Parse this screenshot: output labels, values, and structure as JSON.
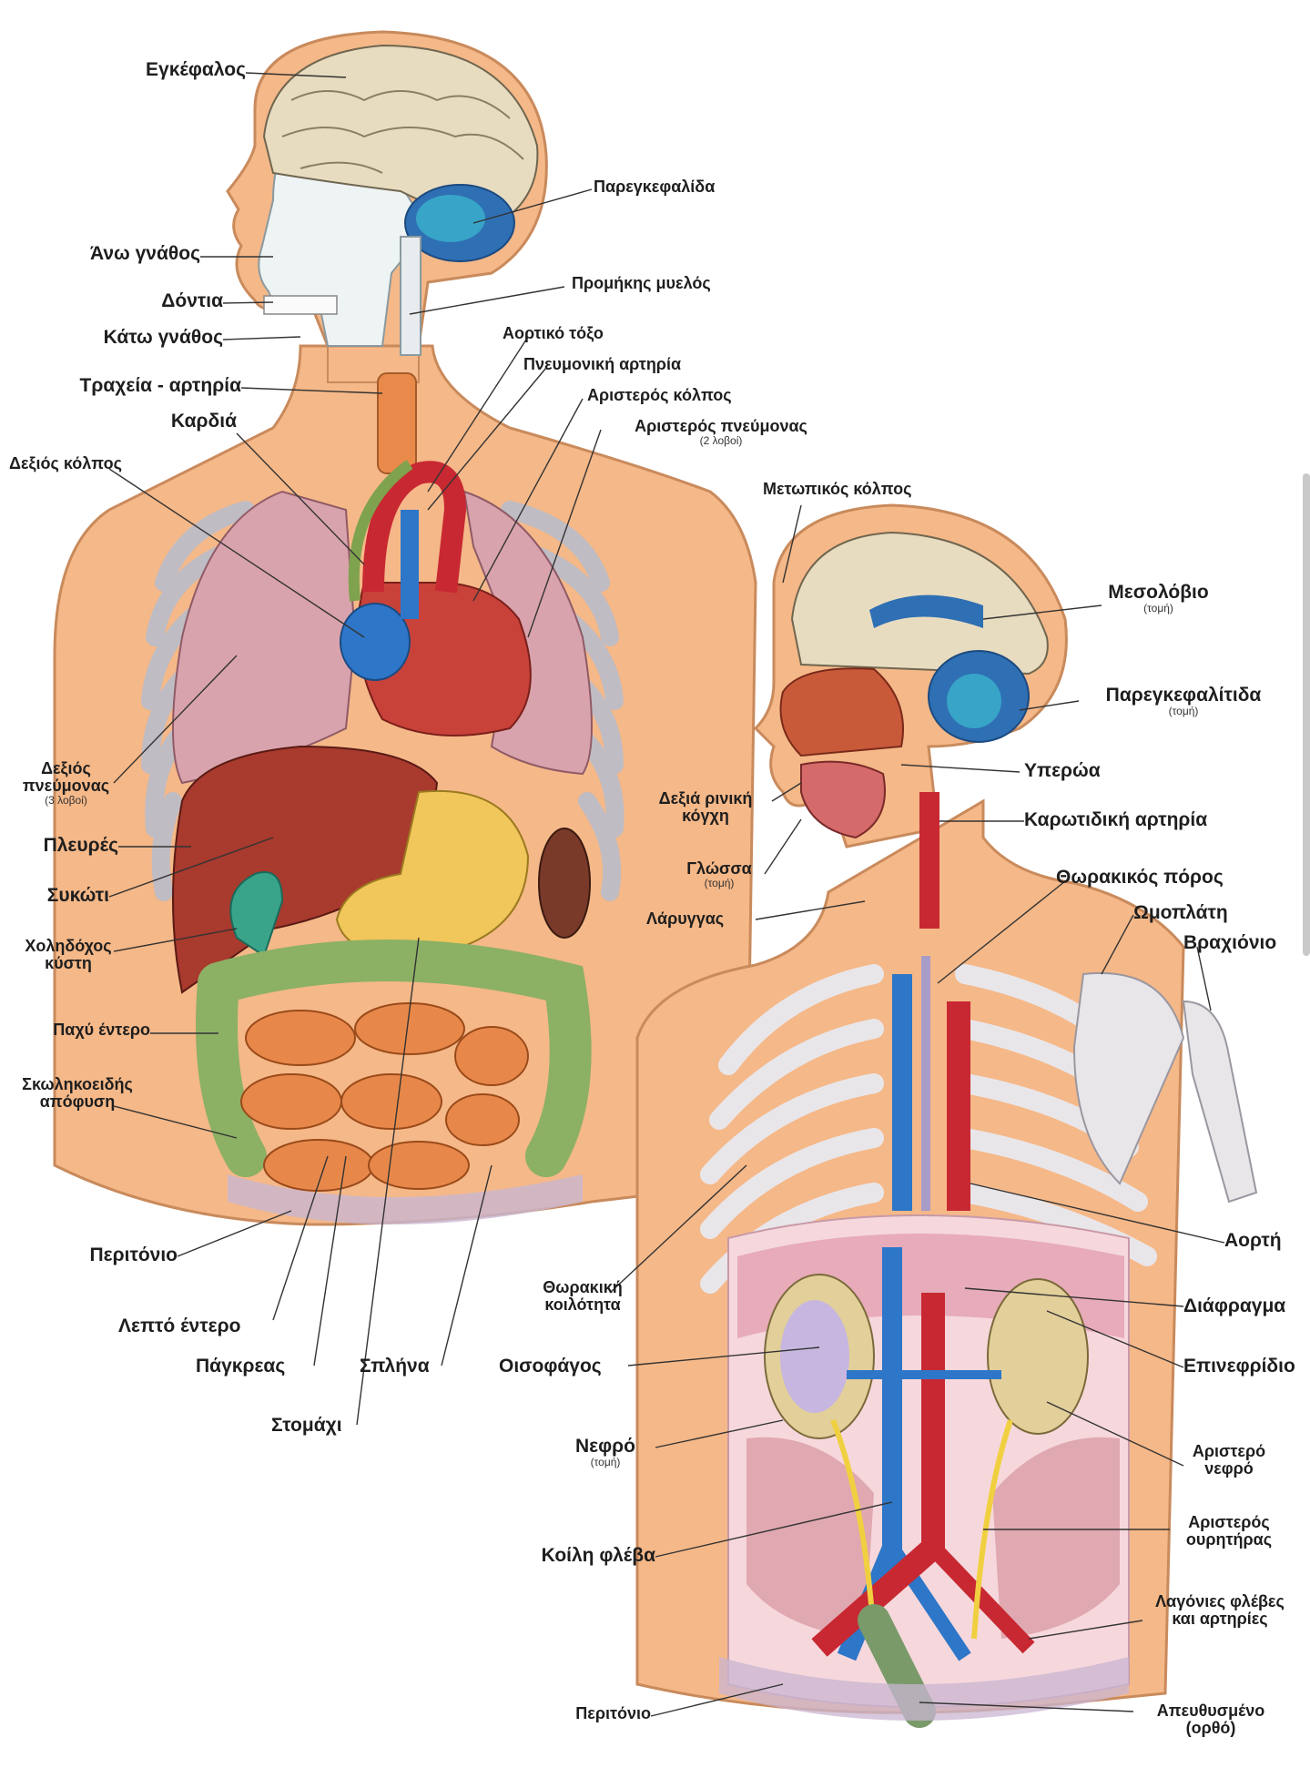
{
  "labels": {
    "brain": "Εγκέφαλος",
    "cerebellum": "Παρεγκεφαλίδα",
    "upper_jaw": "Άνω γνάθος",
    "teeth": "Δόντια",
    "lower_jaw": "Κάτω γνάθος",
    "medulla": "Προμήκης μυελός",
    "aortic_arch": "Αορτικό τόξο",
    "pulmonary_artery": "Πνευμονική αρτηρία",
    "left_atrium": "Αριστερός κόλπος",
    "left_lung": "Αριστερός πνεύμονας",
    "left_lung_note": "(2 λοβοί)",
    "trachea": "Τραχεία - αρτηρία",
    "heart": "Καρδιά",
    "right_atrium": "Δεξιός κόλπος",
    "frontal_sinus": "Μετωπικός κόλπος",
    "corpus_callosum": "Μεσολόβιο",
    "corpus_callosum_note": "(τομή)",
    "cerebellum2": "Παρεγκεφαλίτιδα",
    "cerebellum2_note": "(τομή)",
    "right_lung_l1": "Δεξιός",
    "right_lung_l2": "πνεύμονας",
    "right_lung_note": "(3 λοβοί)",
    "palate": "Υπερώα",
    "nasal_concha_l1": "Δεξιά ρινική",
    "nasal_concha_l2": "κόγχη",
    "carotid": "Καρωτιδική αρτηρία",
    "ribs": "Πλευρές",
    "tongue": "Γλώσσα",
    "tongue_note": "(τομή)",
    "thoracic_duct": "Θωρακικός πόρος",
    "liver": "Συκώτι",
    "larynx": "Λάρυγγας",
    "scapula": "Ωμοπλάτη",
    "humerus": "Βραχιόνιο",
    "gallbladder_l1": "Χοληδόχος",
    "gallbladder_l2": "κύστη",
    "large_intestine": "Παχύ έντερο",
    "appendix_l1": "Σκωληκοειδής",
    "appendix_l2": "απόφυση",
    "peritoneum": "Περιτόνιο",
    "aorta": "Αορτή",
    "thoracic_cavity_l1": "Θωρακική",
    "thoracic_cavity_l2": "κοιλότητα",
    "diaphragm": "Διάφραγμα",
    "small_intestine": "Λεπτό έντερο",
    "pancreas": "Πάγκρεας",
    "spleen": "Σπλήνα",
    "esophagus": "Οισοφάγος",
    "adrenal": "Επινεφρίδιο",
    "stomach": "Στομάχι",
    "kidney": "Νεφρό",
    "kidney_note": "(τομή)",
    "left_kidney_l1": "Αριστερό",
    "left_kidney_l2": "νεφρό",
    "vena_cava": "Κοίλη φλέβα",
    "left_ureter_l1": "Αριστερός",
    "left_ureter_l2": "ουρητήρας",
    "iliac_l1": "Λαγόνιες φλέβες",
    "iliac_l2": "και αρτηρίες",
    "peritoneum2": "Περιτόνιο",
    "rectum_l1": "Απευθυσμένο",
    "rectum_l2": "(ορθό)"
  },
  "colors": {
    "skin": "#f5b888",
    "skin_outline": "#c98a5c",
    "brain": "#e8dcc0",
    "cerebellum": "#2f6fb3",
    "lung": "#d9a3ad",
    "heart": "#c8423a",
    "vein_blue": "#2d76c8",
    "artery_red": "#c82832",
    "liver": "#a83a2e",
    "stomach": "#f1c65a",
    "intestine": "#e7884a",
    "colon": "#8cb064",
    "rib": "#e9e6ea",
    "kidney": "#e2cf9a",
    "peritoneum": "#c9b6d2"
  }
}
